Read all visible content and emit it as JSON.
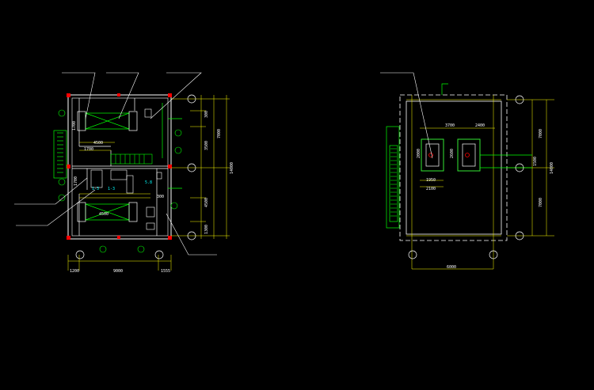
{
  "colors": {
    "background": "#000000",
    "wall": "#ffffff",
    "dimension": "#ffff00",
    "equipment": "#00ff00",
    "text": "#ffffff",
    "accent": "#ff0000",
    "label": "#00ffff"
  },
  "left_plan": {
    "dims_bottom": [
      "1200",
      "9000",
      "1555"
    ],
    "dims_right": [
      "300",
      "3500",
      "4500",
      "7000",
      "14000",
      "1300"
    ],
    "dims_inner": [
      "1700",
      "4500",
      "1700",
      "300",
      "1700",
      "4500"
    ],
    "tags": [
      "1-3",
      "1-3",
      "5.8"
    ]
  },
  "right_plan": {
    "dims_top": [
      "3700",
      "2400"
    ],
    "dims_inner": [
      "2000",
      "2600",
      "1950",
      "2100"
    ],
    "dims_right": [
      "7000",
      "7000",
      "14000",
      "1500"
    ],
    "dims_bottom": [
      "6000"
    ]
  }
}
